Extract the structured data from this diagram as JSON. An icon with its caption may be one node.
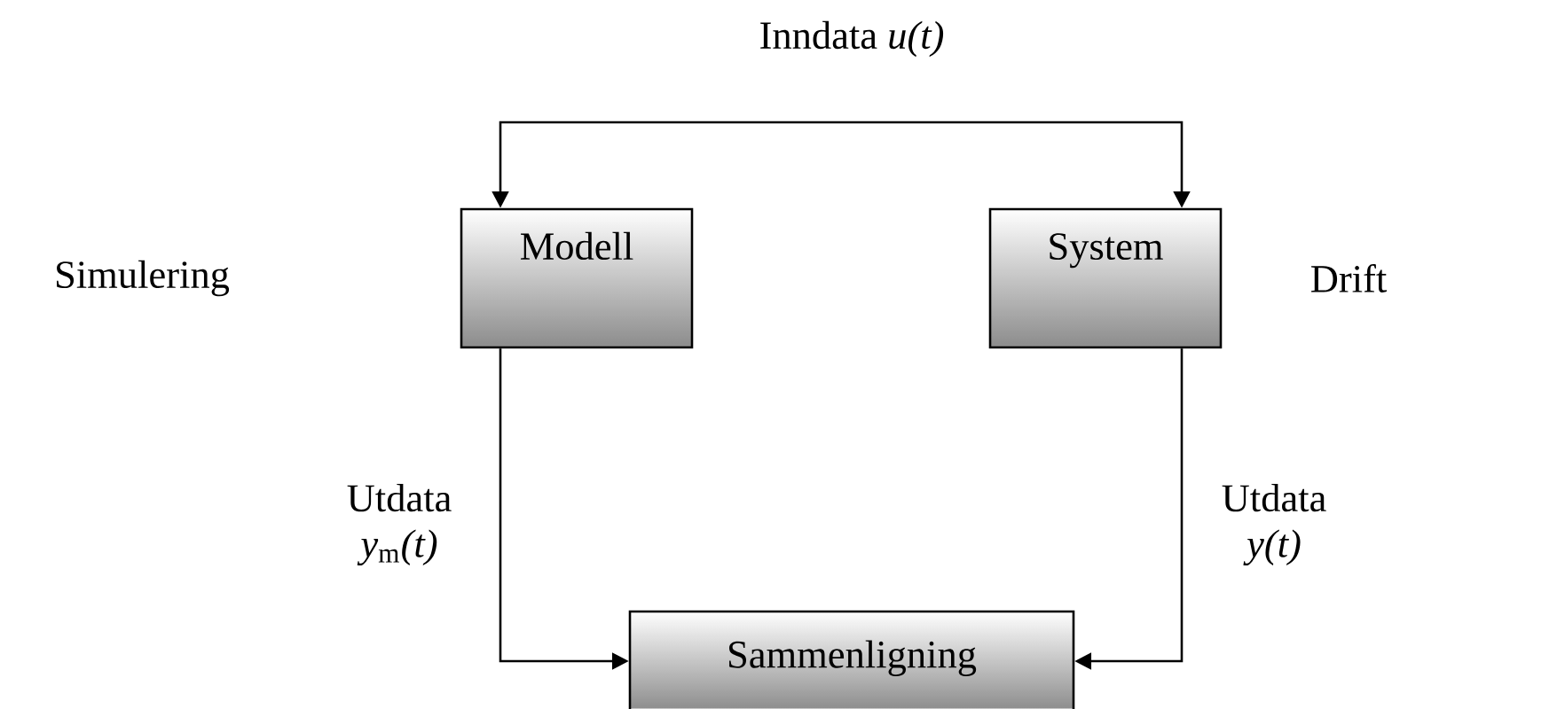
{
  "diagram": {
    "nodes": [
      {
        "text": [
          "Modell"
        ]
      },
      {
        "text": [
          "System"
        ]
      },
      {
        "text": [
          "Sammenligning"
        ]
      }
    ],
    "edges": [
      {
        "from": null,
        "to": 0,
        "arrow": "to"
      },
      {
        "from": null,
        "to": 1,
        "arrow": "to"
      },
      {
        "from": 0,
        "to": 2,
        "arrow": "to",
        "label": "Utdata *y*$_{m}$*(t)*"
      },
      {
        "from": 1,
        "to": 2,
        "arrow": "to",
        "label": "Utdata *y(t)*"
      }
    ],
    "labels": [
      "Inndata *u(t)*",
      "Simulering",
      "Drift"
    ]
  }
}
